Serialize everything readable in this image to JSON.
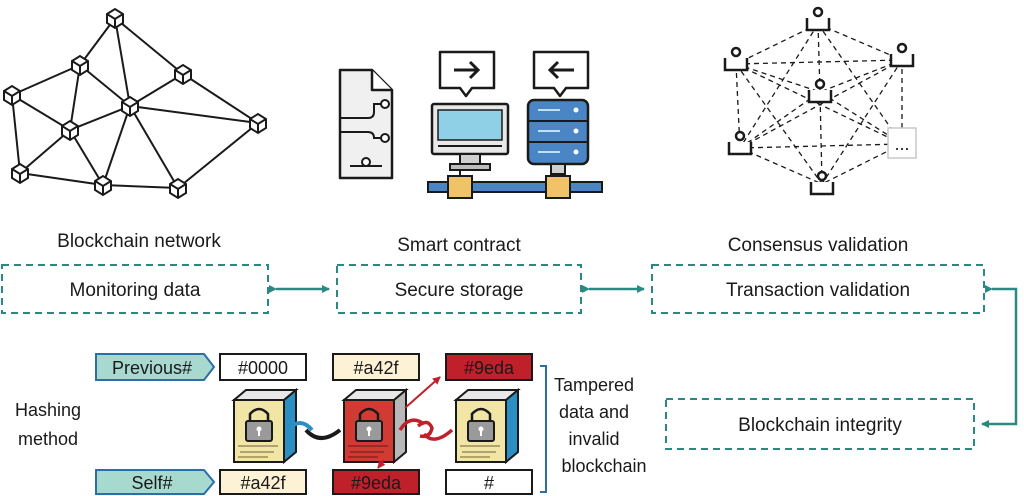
{
  "captions": {
    "network": "Blockchain network",
    "contract": "Smart contract",
    "consensus": "Consensus validation"
  },
  "boxes": {
    "monitoring": "Monitoring data",
    "storage": "Secure storage",
    "transaction": "Transaction validation",
    "integrity": "Blockchain integrity"
  },
  "hashing": {
    "method_line1": "Hashing",
    "method_line2": "method",
    "previous_tag": "Previous#",
    "self_tag": "Self#",
    "previous_hashes": [
      "#0000",
      "#a42f",
      "#9eda"
    ],
    "self_hashes": [
      "#a42f",
      "#9eda",
      "#"
    ]
  },
  "tampered": {
    "line1": "Tampered",
    "line2": "data and",
    "line3": "invalid",
    "line4": "blockchain"
  },
  "consensus_extra": "...",
  "colors": {
    "teal": "#2a8a83",
    "tag_fill": "#a8d9cf",
    "hash_fill": "#fdf1d6",
    "hash_red": "#c0202a",
    "block_yellow": "#f2e6a6",
    "block_red": "#d23a34",
    "server_blue": "#4a86c5",
    "screen_blue": "#8fd0e6"
  }
}
